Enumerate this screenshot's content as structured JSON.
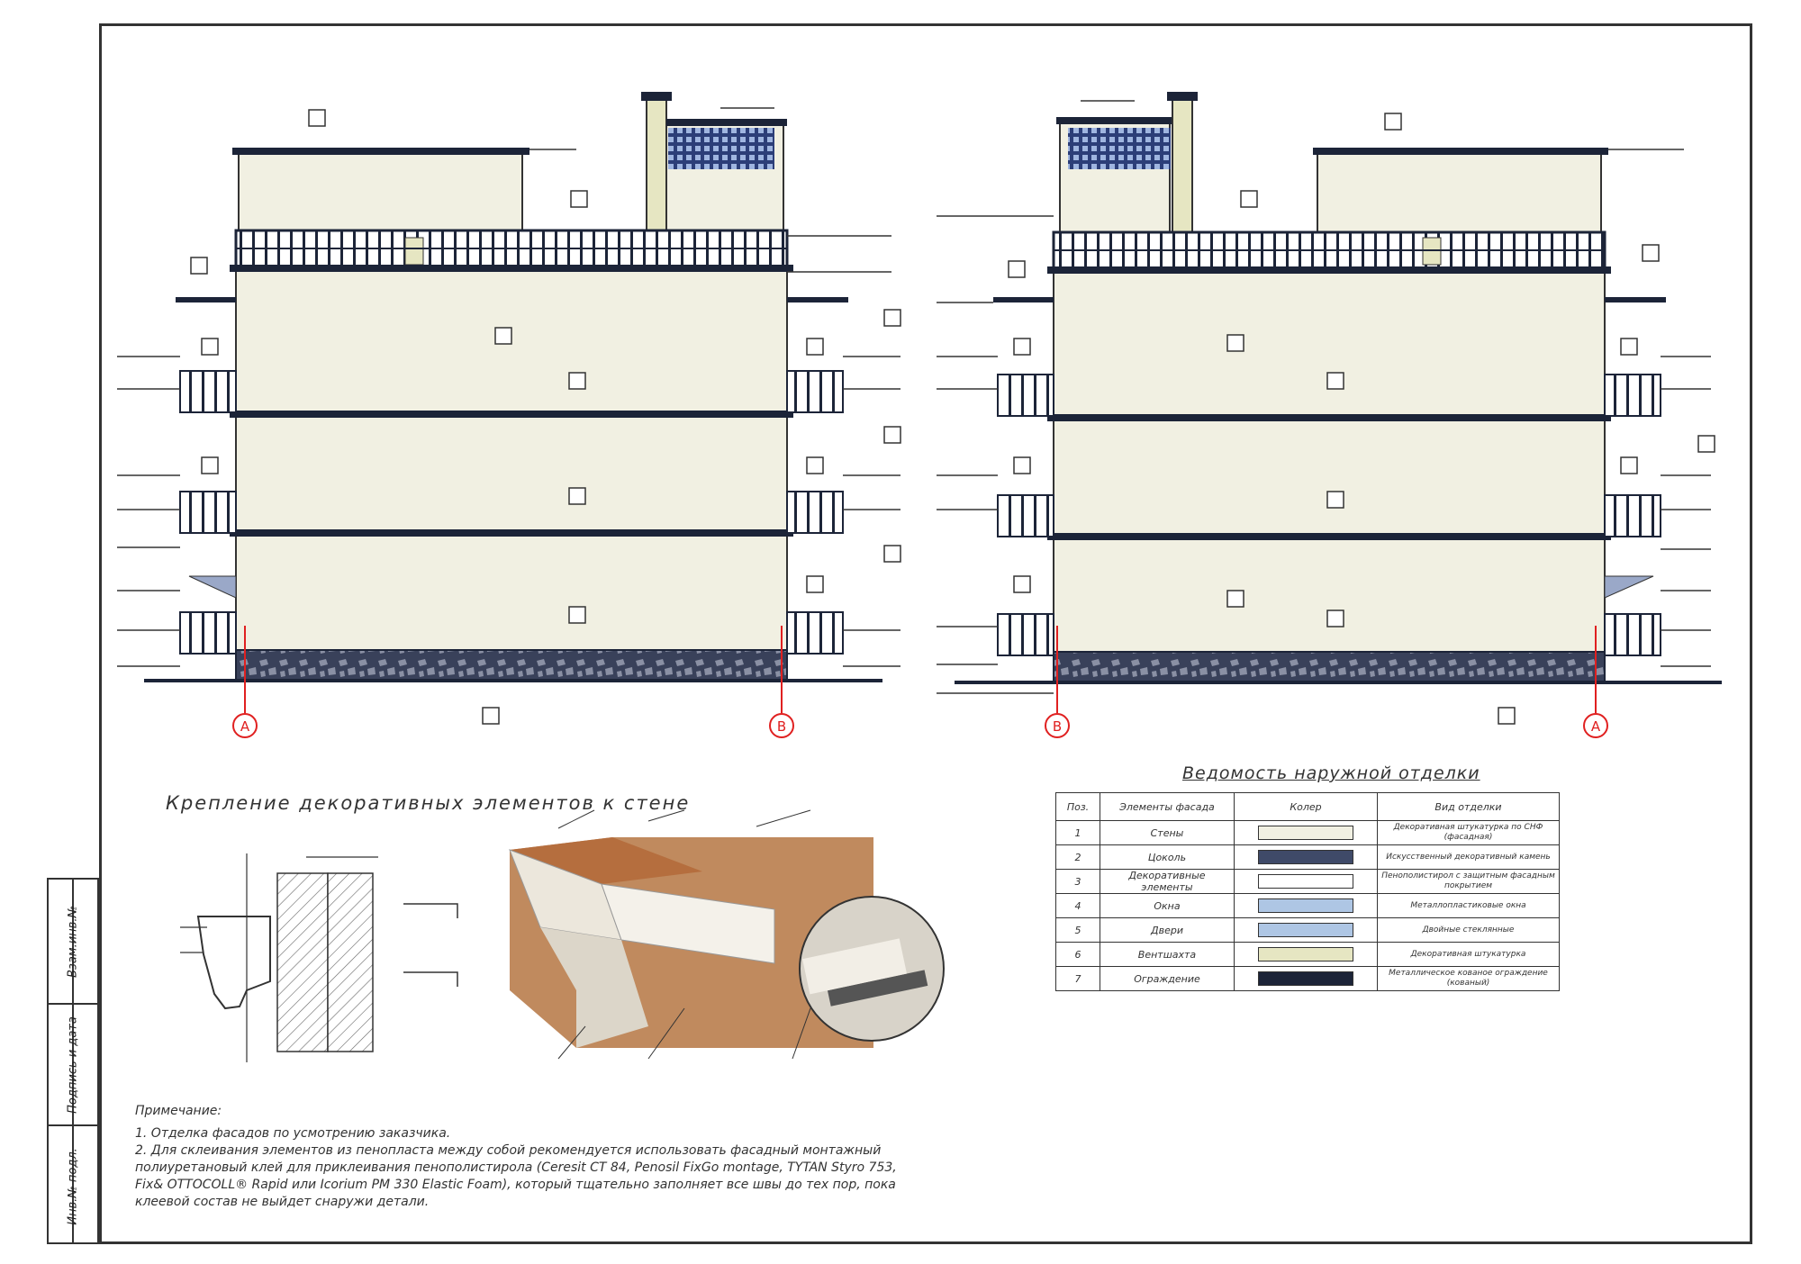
{
  "titles": {
    "fastening": "Крепление декоративных элементов к стене",
    "finish_schedule": "Ведомость наружной отделки"
  },
  "binding_labels": [
    "Инв.№ подл.",
    "Подпись и дата",
    "Взам.инв.№"
  ],
  "axes": {
    "a": "А",
    "b": "В"
  },
  "finish_table": {
    "headers": [
      "Поз.",
      "Элементы фасада",
      "Колер",
      "Вид отделки"
    ],
    "rows": [
      {
        "pos": "1",
        "element": "Стены",
        "color": "#f1f0e2",
        "finish": "Декоративная штукатурка по СНФ (фасадная)"
      },
      {
        "pos": "2",
        "element": "Цоколь",
        "color": "#3f4a68",
        "finish": "Искусственный декоративный камень"
      },
      {
        "pos": "3",
        "element": "Декоративные элементы",
        "color": "#ffffff",
        "finish": "Пенополистирол с защитным фасадным покрытием"
      },
      {
        "pos": "4",
        "element": "Окна",
        "color": "#aec6e4",
        "finish": "Металлопластиковые окна"
      },
      {
        "pos": "5",
        "element": "Двери",
        "color": "#aec6e4",
        "finish": "Двойные стеклянные"
      },
      {
        "pos": "6",
        "element": "Вентшахта",
        "color": "#e6e6c2",
        "finish": "Декоративная штукатурка"
      },
      {
        "pos": "7",
        "element": "Ограждение",
        "color": "#1c2438",
        "finish": "Металлическое кованое ограждение (кованый)"
      }
    ]
  },
  "notes": {
    "heading": "Примечание:",
    "items": [
      "1. Отделка фасадов по усмотрению заказчика.",
      "2. Для склеивания элементов из пенопласта между собой рекомендуется использовать фасадный монтажный полиуретановый клей для приклеивания пенополистирола (Ceresit CT 84, Penosil FixGo montage, TYTAN Styro 753, Fix& OTTOCOLL® Rapid или Icorium PM 330 Elastic Foam), который тщательно заполняет все швы до тех пор, пока клеевой состав не выйдет снаружи детали."
    ]
  }
}
